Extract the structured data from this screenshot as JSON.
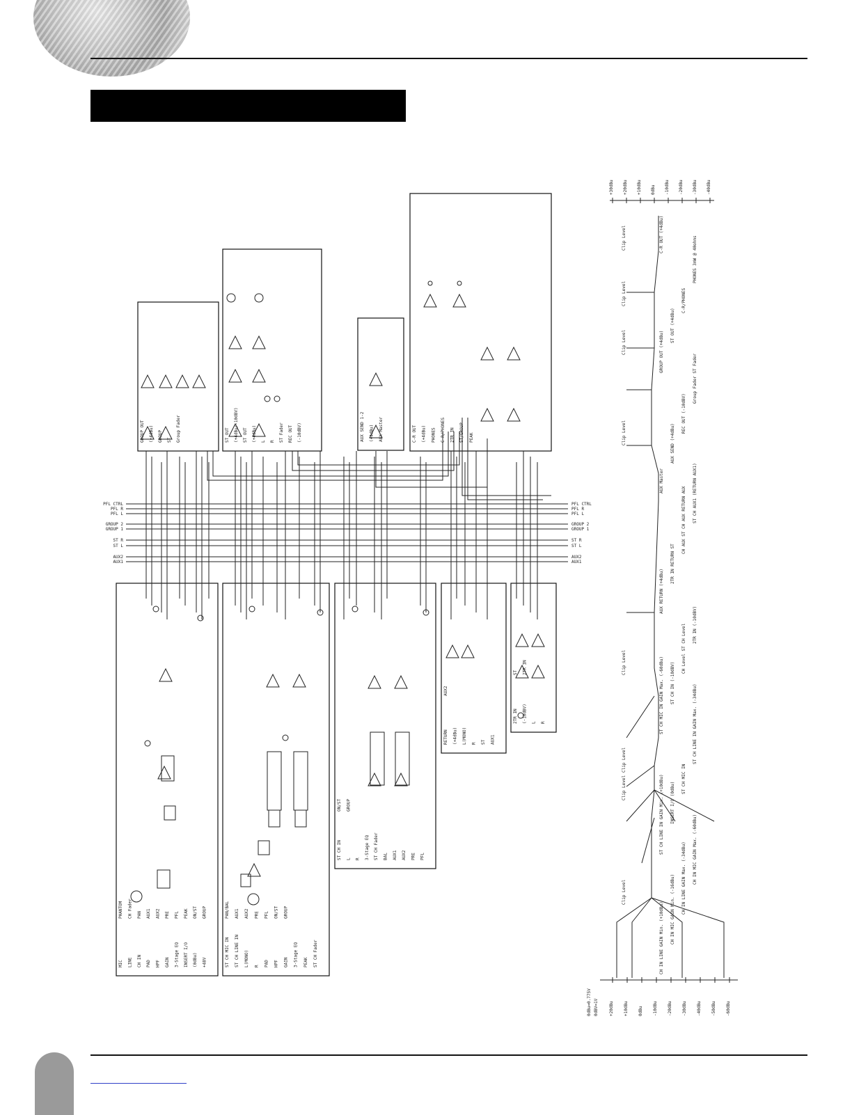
{
  "page": {
    "title_bar": "",
    "footer_link": ""
  },
  "buses": [
    "PFL CTRL",
    "PFL R",
    "PFL L",
    "GROUP 2",
    "GROUP 1",
    "ST R",
    "ST L",
    "AUX2",
    "AUX1"
  ],
  "sections": {
    "group_out": {
      "labels": [
        "GROUP OUT",
        "(+4dBu)",
        "GROUP",
        "ST",
        "Group Fader"
      ]
    },
    "st_out": {
      "labels": [
        "ST OUT",
        "(+4dBu/-10dBV)",
        "ST OUT",
        "(+4dBu)",
        "L",
        "R",
        "ST Fader",
        "REC OUT",
        "(-10dBV)"
      ]
    },
    "aux_send": {
      "labels": [
        "AUX SEND 1-2",
        "(+4dBu)",
        "AUX Master"
      ]
    },
    "monitor": {
      "labels": [
        "C-R OUT",
        "(+4dBu)",
        "PHONES",
        "C-R/PHONES",
        "2TR IN",
        "ST/GROUP",
        "PEAK"
      ]
    },
    "ch_in": {
      "labels": [
        "MIC",
        "LINE",
        "CH IN",
        "PAD",
        "HPF",
        "GAIN",
        "3-Stage EQ",
        "INSERT I/O",
        "(0dBu)",
        "+48V",
        "PHANTOM",
        "CH Fader",
        "PAN",
        "AUX1",
        "AUX2",
        "PRE",
        "PFL",
        "PEAK",
        "ON/ST",
        "GROUP"
      ]
    },
    "st_ch_mic": {
      "labels": [
        "ST CH MIC IN",
        "ST CH LINE IN",
        "L(MONO)",
        "R",
        "PAD",
        "HPF",
        "GAIN",
        "3-Stage EQ",
        "PEAK",
        "ST CH Fader",
        "PAN/BAL",
        "AUX1",
        "AUX2",
        "PRE",
        "PFL",
        "ON/ST",
        "GROUP"
      ]
    },
    "st_ch": {
      "labels": [
        "ST CH IN",
        "L",
        "R",
        "3-Stage EQ",
        "ST CH Fader",
        "BAL",
        "AUX1",
        "AUX2",
        "PRE",
        "PFL",
        "ON/ST",
        "GROUP"
      ]
    },
    "return": {
      "labels": [
        "RETURN",
        "(+4dBu)",
        "L(MONO)",
        "R",
        "ST",
        "AUX1",
        "AUX2"
      ]
    },
    "two_tr_in": {
      "labels": [
        "2TR IN",
        "(-10dBV)",
        "L",
        "R",
        "ST",
        "2TR IN"
      ]
    }
  },
  "level_diagram": {
    "scale_left": [
      "0dBu=0.775V",
      "0dBV=1V",
      "+20dBu",
      "+10dBu",
      "0dBu",
      "-10dBu",
      "-20dBu",
      "-30dBu",
      "-40dBu",
      "-50dBu",
      "-60dBu"
    ],
    "scale_right": [
      "+30dBu",
      "+20dBu",
      "+10dBu",
      "0dBu",
      "-10dBu",
      "-20dBu",
      "-30dBu",
      "-40dBu"
    ],
    "stages": [
      "CH IN LINE GAIN Min. (+10dBu)",
      "CH IN MIC GAIN Min. (-16dBu)",
      "CH IN LINE GAIN Max. (-34dBu)",
      "CH IN MIC GAIN Max. (-60dBu)",
      "ST CH LINE IN GAIN Min. (+10dBu)",
      "INSERT I/O (0dBu)",
      "ST CH MIC IN",
      "ST CH LINE IN GAIN Max. (-34dBu)",
      "ST CH MIC IN GAIN Max. (-60dBu)",
      "ST CH IN (-10dBV)",
      "CH Level ST CH Level",
      "2TR IN (-10dBV)",
      "AUX RETURN (+4dBu)",
      "2TR IN RETURN ST",
      "CH AUX ST CH AUX RETURN AUX",
      "ST CH AUX1 (RETURN AUX1)",
      "AUX Master",
      "AUX SEND (+4dBu)",
      "REC OUT (-10dBV)",
      "Group Fader ST Fader",
      "GROUP OUT (+4dBu)",
      "ST OUT (+4dBu)",
      "C-R/PHONES",
      "PHONES 3mW @ 40ohms",
      "C-R OUT (+4dBu)"
    ],
    "clip_label": "Clip Level"
  }
}
